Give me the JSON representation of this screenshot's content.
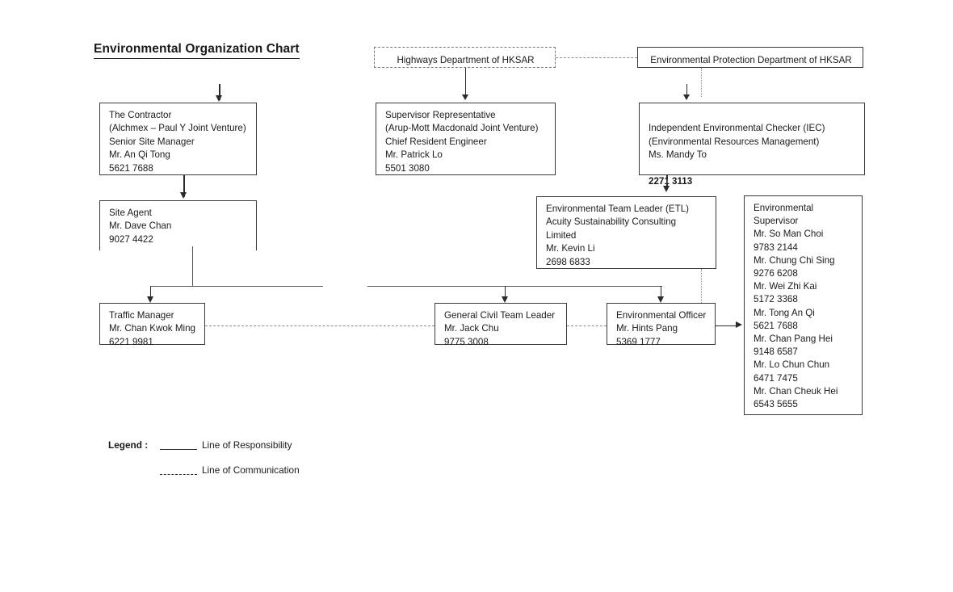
{
  "chart": {
    "title": "Environmental Organization Chart",
    "type": "organization-chart"
  },
  "nodes": {
    "highways_department": {
      "label": "Highways Department of HKSAR",
      "border": "dashed"
    },
    "epd": {
      "label": "Environmental Protection Department of HKSAR",
      "border": "solid"
    },
    "contractor": {
      "line1": "The Contractor",
      "line2": "(Alchmex – Paul Y Joint Venture)",
      "line3": "Senior Site Manager",
      "line4": "Mr. An Qi Tong",
      "line5": "5621 7688",
      "text": "The Contractor\n(Alchmex – Paul Y Joint Venture)\nSenior Site Manager\nMr. An Qi Tong\n5621 7688"
    },
    "supervisor_representative": {
      "text": "Supervisor Representative\n(Arup-Mott Macdonald Joint Venture)\nChief Resident Engineer\nMr. Patrick Lo\n5501 3080"
    },
    "iec": {
      "text": "Independent Environmental Checker (IEC)\n(Environmental Resources Management)\nMs. Mandy To",
      "phone": "2271 3113"
    },
    "site_agent": {
      "text": "Site Agent\nMr. Dave Chan\n9027 4422"
    },
    "etl": {
      "text": "Environmental Team Leader (ETL)\nAcuity Sustainability Consulting\nLimited\nMr. Kevin Li\n2698 6833"
    },
    "environmental_supervisor": {
      "text": "Environmental\nSupervisor\nMr. So Man Choi\n9783 2144\nMr. Chung Chi Sing\n9276 6208\nMr. Wei Zhi Kai\n5172 3368\nMr. Tong An Qi\n5621 7688\nMr. Chan Pang Hei\n9148 6587\nMr. Lo Chun Chun\n6471 7475\nMr. Chan Cheuk Hei\n6543 5655",
      "title_lines": [
        "Environmental",
        "Supervisor"
      ],
      "staff": [
        {
          "name": "Mr. So Man Choi",
          "phone": "9783 2144"
        },
        {
          "name": "Mr. Chung Chi Sing",
          "phone": "9276 6208"
        },
        {
          "name": "Mr. Wei Zhi Kai",
          "phone": "5172 3368"
        },
        {
          "name": "Mr. Tong An Qi",
          "phone": "5621 7688"
        },
        {
          "name": "Mr. Chan Pang Hei",
          "phone": "9148 6587"
        },
        {
          "name": "Mr. Lo Chun Chun",
          "phone": "6471 7475"
        },
        {
          "name": "Mr. Chan Cheuk Hei",
          "phone": "6543 5655"
        }
      ]
    },
    "traffic_manager": {
      "text": "Traffic Manager\nMr. Chan Kwok Ming\n6221 9981"
    },
    "general_civil_team_leader": {
      "text": "General Civil Team Leader\nMr. Jack Chu\n9775 3008"
    },
    "environmental_officer": {
      "text": "Environmental Officer\nMr. Hints Pang\n5369 1777"
    }
  },
  "legend": {
    "label": "Legend :",
    "responsibility": "Line of Responsibility",
    "communication": "Line of Communication"
  }
}
